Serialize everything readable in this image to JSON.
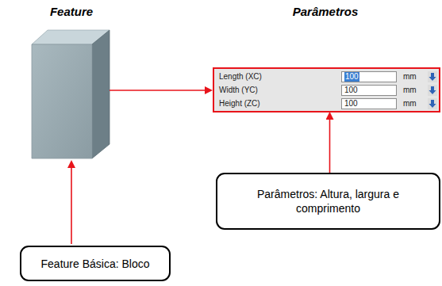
{
  "diagram": {
    "nodes": [
      {
        "text": [
          "Length (XC)",
          "100",
          "mm",
          "Width (YC)",
          "100",
          "mm",
          "Height (ZC)",
          "100",
          "mm"
        ]
      },
      {
        "text": [
          "Parâmetros: Altura, largura e comprimento"
        ]
      },
      {
        "text": [
          "Feature Básica: Bloco"
        ]
      }
    ],
    "edges": [
      {
        "from": 1,
        "to": 0,
        "arrow": "to"
      }
    ],
    "labels": [
      "Feature",
      "Parâmetros"
    ]
  }
}
